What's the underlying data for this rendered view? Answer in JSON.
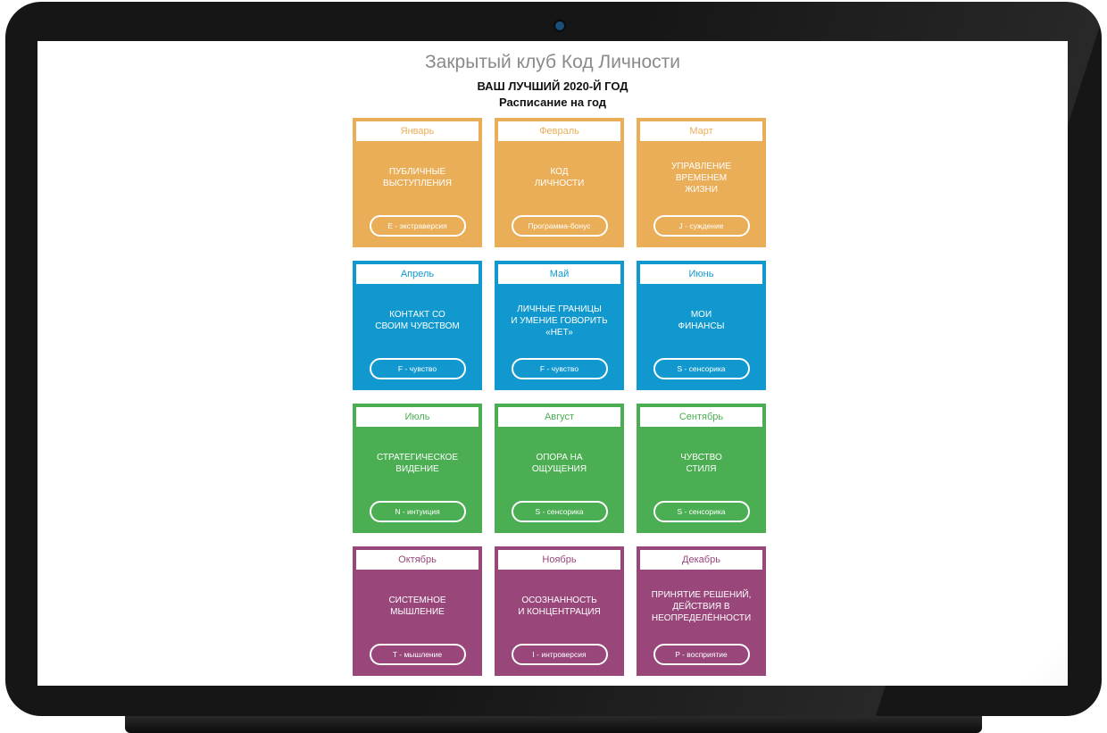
{
  "page": {
    "title": "Закрытый клуб Код Личности",
    "subtitle": "ВАШ ЛУЧШИЙ 2020-Й ГОД",
    "caption": "Расписание на год"
  },
  "colors": {
    "orange": "#EBAE58",
    "blue": "#1199CF",
    "green": "#4BAE52",
    "purple": "#99467A"
  },
  "cards": [
    {
      "month": "Январь",
      "topic": "ПУБЛИЧНЫЕ\nВЫСТУПЛЕНИЯ",
      "tag": "E - экстраверсия",
      "color": "orange"
    },
    {
      "month": "Февраль",
      "topic": "КОД\nЛИЧНОСТИ",
      "tag": "Программа-бонус",
      "color": "orange"
    },
    {
      "month": "Март",
      "topic": "УПРАВЛЕНИЕ\nВРЕМЕНЕМ\nЖИЗНИ",
      "tag": "J - суждение",
      "color": "orange"
    },
    {
      "month": "Апрель",
      "topic": "КОНТАКТ СО\nСВОИМ ЧУВСТВОМ",
      "tag": "F - чувство",
      "color": "blue"
    },
    {
      "month": "Май",
      "topic": "ЛИЧНЫЕ ГРАНИЦЫ\nИ УМЕНИЕ ГОВОРИТЬ\n«НЕТ»",
      "tag": "F - чувство",
      "color": "blue"
    },
    {
      "month": "Июнь",
      "topic": "МОИ\nФИНАНСЫ",
      "tag": "S - сенсорика",
      "color": "blue"
    },
    {
      "month": "Июль",
      "topic": "СТРАТЕГИЧЕСКОЕ\nВИДЕНИЕ",
      "tag": "N - интуиция",
      "color": "green"
    },
    {
      "month": "Август",
      "topic": "ОПОРА НА\nОЩУЩЕНИЯ",
      "tag": "S - сенсорика",
      "color": "green"
    },
    {
      "month": "Сентябрь",
      "topic": "ЧУВСТВО\nСТИЛЯ",
      "tag": "S - сенсорика",
      "color": "green"
    },
    {
      "month": "Октябрь",
      "topic": "СИСТЕМНОЕ\nМЫШЛЕНИЕ",
      "tag": "T - мышление",
      "color": "purple"
    },
    {
      "month": "Ноябрь",
      "topic": "ОСОЗНАННОСТЬ\nИ КОНЦЕНТРАЦИЯ",
      "tag": "I - интроверсия",
      "color": "purple"
    },
    {
      "month": "Декабрь",
      "topic": "ПРИНЯТИЕ РЕШЕНИЙ,\nДЕЙСТВИЯ В\nНЕОПРЕДЕЛЁННОСТИ",
      "tag": "P - восприятие",
      "color": "purple"
    }
  ]
}
